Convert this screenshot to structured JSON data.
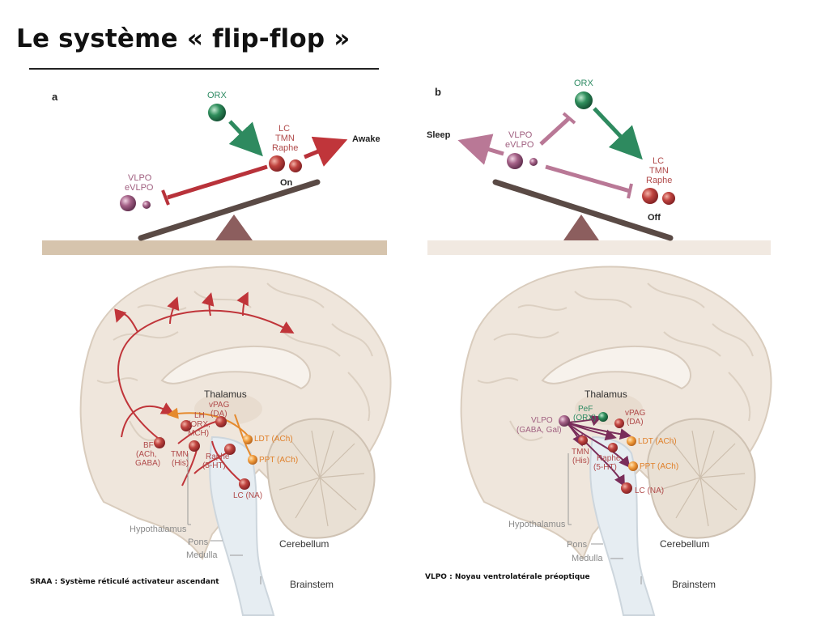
{
  "page": {
    "title": "Le système « flip-flop »",
    "footnote_left": "SRAA : Système réticulé activateur ascendant",
    "footnote_right": "VLPO : Noyau ventrolatérale préoptique"
  },
  "panel_a": {
    "letter": "a",
    "orx": "ORX",
    "lc": "LC",
    "tmn": "TMN",
    "raphe": "Raphe",
    "on": "On",
    "awake": "Awake",
    "vlpo": "VLPO",
    "evlpo": "eVLPO"
  },
  "panel_b": {
    "letter": "b",
    "orx": "ORX",
    "sleep": "Sleep",
    "vlpo": "VLPO",
    "evlpo": "eVLPO",
    "lc": "LC",
    "tmn": "TMN",
    "raphe": "Raphe",
    "off": "Off"
  },
  "brain_a": {
    "thalamus": "Thalamus",
    "vpag": "vPAG",
    "vpag_sub": "(DA)",
    "lh": "LH",
    "lh_sub1": "(ORX,",
    "lh_sub2": "MCH)",
    "bf": "BF",
    "bf_sub1": "(ACh,",
    "bf_sub2": "GABA)",
    "tmn": "TMN",
    "tmn_sub": "(His)",
    "raphe": "Raphe",
    "raphe_sub": "(5-HT)",
    "ldt": "LDT (ACh)",
    "ppt": "PPT (ACh)",
    "lc": "LC (NA)",
    "hypothalamus": "Hypothalamus",
    "pons": "Pons",
    "medulla": "Medulla",
    "cerebellum": "Cerebellum",
    "brainstem": "Brainstem"
  },
  "brain_b": {
    "thalamus": "Thalamus",
    "vlpo": "VLPO",
    "vlpo_sub": "(GABA, Gal)",
    "pef": "PeF",
    "pef_sub": "(ORX)",
    "vpag": "vPAG",
    "vpag_sub": "(DA)",
    "tmn": "TMN",
    "tmn_sub": "(His)",
    "raphe": "Raphe",
    "raphe_sub": "(5-HT)",
    "ldt": "LDT (ACh)",
    "ppt": "PPT (ACh)",
    "lc": "LC (NA)",
    "hypothalamus": "Hypothalamus",
    "pons": "Pons",
    "medulla": "Medulla",
    "cerebellum": "Cerebellum",
    "brainstem": "Brainstem"
  },
  "colors": {
    "red_nucleus": "#b83a3a",
    "green_nucleus": "#1f7a4c",
    "purple_nucleus": "#8a4a75",
    "orange_nucleus": "#e58a2e",
    "seesaw_beam": "#5a4a45",
    "ground_a": "#d6c4ad",
    "ground_b": "#f1e9e1",
    "brain_fill": "#f0e8df"
  }
}
